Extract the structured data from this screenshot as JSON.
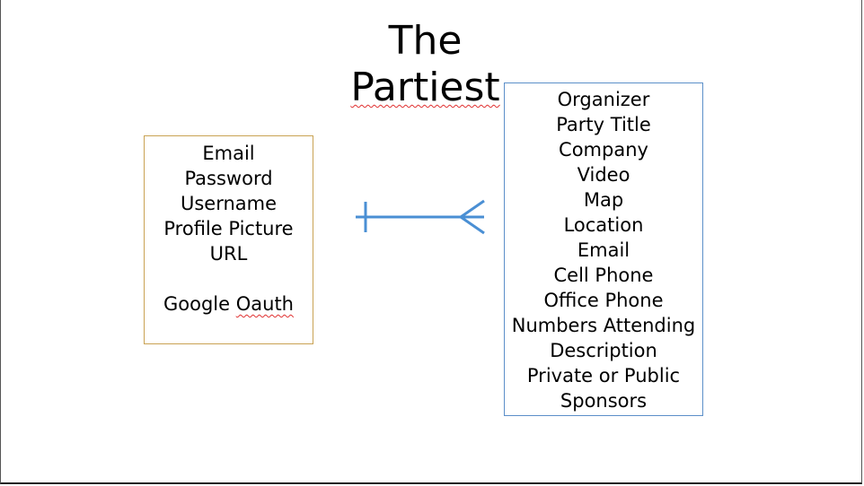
{
  "title": {
    "line1": "The",
    "line2": "Partiest"
  },
  "user_entity": {
    "fields": [
      "Email",
      "Password",
      "Username",
      "Profile Picture",
      "URL"
    ],
    "auth_prefix": "Google ",
    "auth_word": "Oauth"
  },
  "party_entity": {
    "fields": [
      "Organizer",
      "Party Title",
      "Company",
      "Video",
      "Map",
      "Location",
      "Email",
      "Cell Phone",
      "Office Phone",
      "Numbers Attending",
      "Description",
      "Private or Public",
      "Sponsors"
    ]
  },
  "colors": {
    "user_border": "#c9a253",
    "party_border": "#5c8fc9",
    "connector": "#4a8fd4",
    "spellcheck": "#e03030"
  },
  "relationship": {
    "left_end": "one",
    "right_end": "many"
  }
}
